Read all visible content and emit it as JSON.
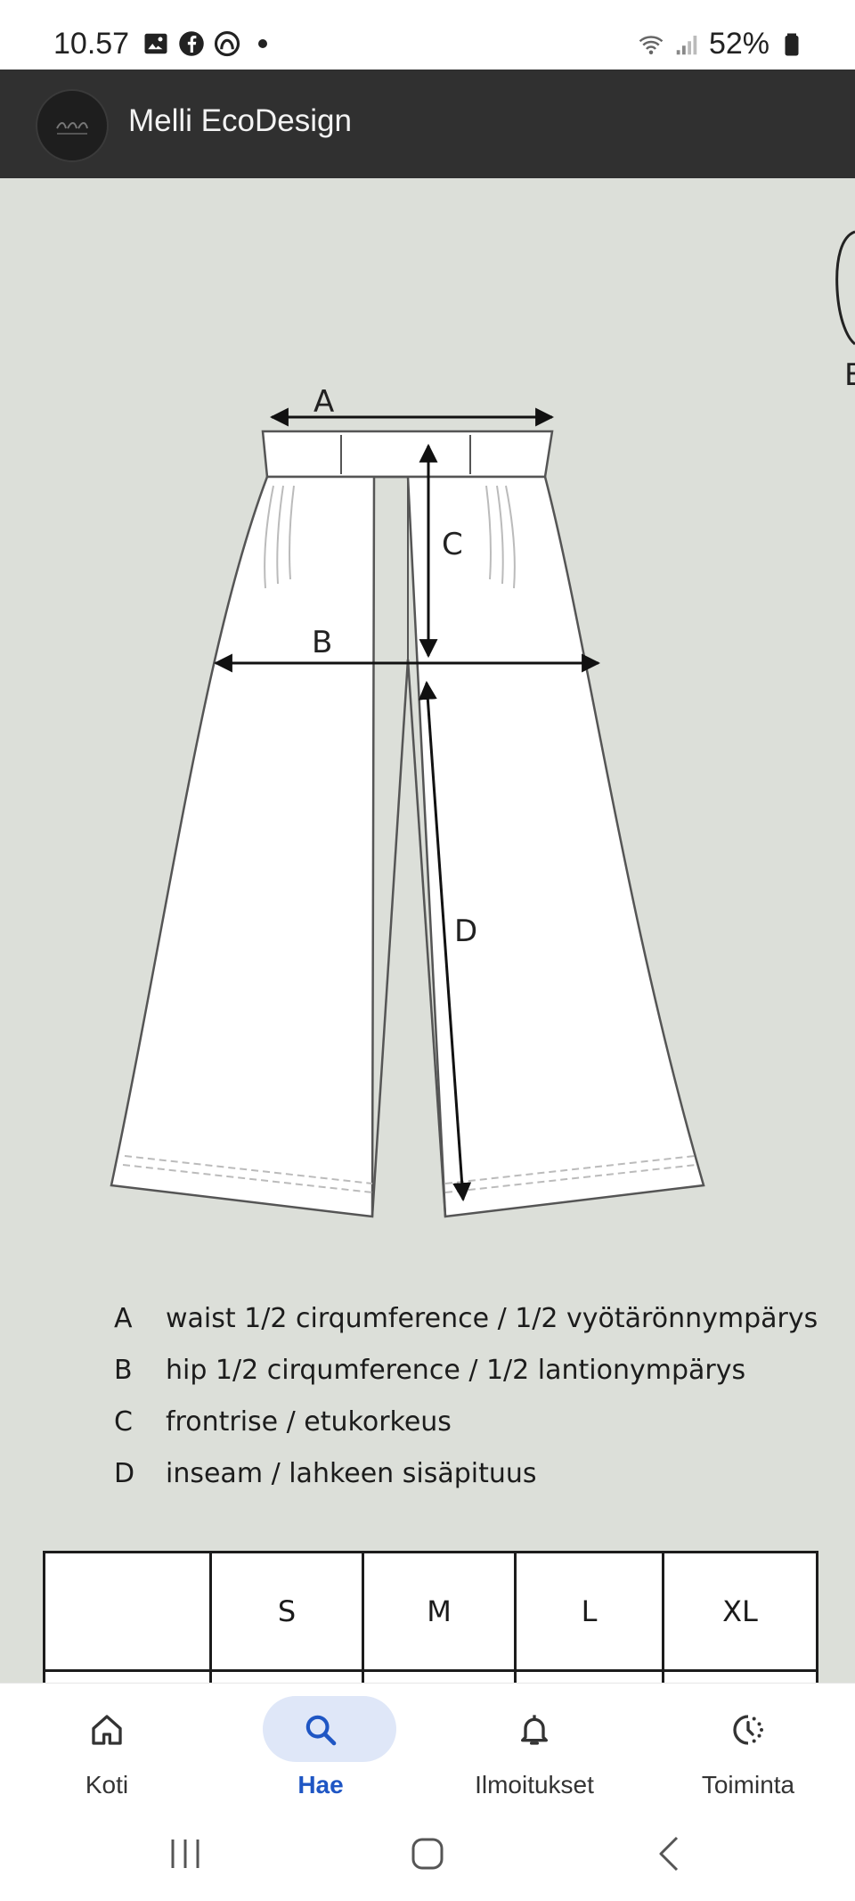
{
  "status_bar": {
    "time": "10.57",
    "battery": "52%",
    "icons_left": [
      "gallery-icon",
      "facebook-icon",
      "app-icon",
      "dot-icon"
    ],
    "icons_right": [
      "wifi-icon",
      "signal-icon",
      "battery-icon"
    ]
  },
  "app_bar": {
    "title": "Melli EcoDesign"
  },
  "diagram": {
    "labels": {
      "a": "A",
      "b": "B",
      "c": "C",
      "d": "D",
      "partial": "E"
    },
    "legend": [
      {
        "letter": "A",
        "text": "waist 1/2 cirqumference  /  1/2 vyötärönnympärys"
      },
      {
        "letter": "B",
        "text": "hip 1/2 cirqumference  /  1/2 lantionympärys"
      },
      {
        "letter": "C",
        "text": "frontrise / etukorkeus"
      },
      {
        "letter": "D",
        "text": "inseam / lahkeen sisäpituus"
      }
    ]
  },
  "size_table": {
    "headers": [
      "",
      "S",
      "M",
      "L",
      "XL"
    ]
  },
  "bottom_nav": {
    "items": [
      {
        "label": "Koti",
        "icon": "home-icon",
        "active": false
      },
      {
        "label": "Hae",
        "icon": "search-icon",
        "active": true
      },
      {
        "label": "Ilmoitukset",
        "icon": "bell-icon",
        "active": false
      },
      {
        "label": "Toiminta",
        "icon": "activity-icon",
        "active": false
      }
    ]
  },
  "colors": {
    "app_bar": "#303030",
    "content_bg": "#dcdfd9",
    "active_nav": "#1f56c4",
    "active_pill": "#dfe7f8"
  }
}
